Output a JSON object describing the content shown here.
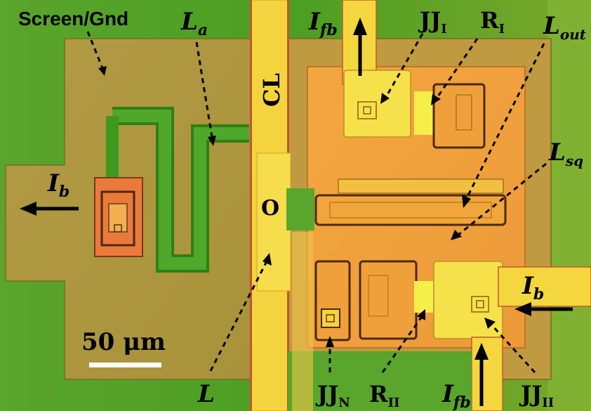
{
  "labels": {
    "screen_gnd": "Screen/Gnd",
    "La_main": "L",
    "La_sub": "a",
    "Ifb_top_main": "I",
    "Ifb_top_sub": "fb",
    "JJ1_main": "JJ",
    "JJ1_sub": "I",
    "R1_main": "R",
    "R1_sub": "I",
    "Lout_main": "L",
    "Lout_sub": "out",
    "CL": "CL",
    "Lsq_main": "L",
    "Lsq_sub": "sq",
    "Ib_left_main": "I",
    "Ib_left_sub": "b",
    "O": "O",
    "Ib_right_main": "I",
    "Ib_right_sub": "b",
    "scale": "50 μm",
    "L": "L",
    "JJN_main": "JJ",
    "JJN_sub": "N",
    "R2_main": "R",
    "R2_sub": "II",
    "Ifb_bot_main": "I",
    "Ifb_bot_sub": "fb",
    "JJ2_main": "JJ",
    "JJ2_sub": "II"
  },
  "colors": {
    "substrate_green": "#4ea321",
    "screen_olive": "#b09a40",
    "central_line_yellow": "#f2d23a",
    "orange_circuit": "#f0a03a",
    "bright_yellow": "#f5e04a",
    "dark_green_trace": "#3f9a1e",
    "orange_red_pad": "#e9723a"
  }
}
